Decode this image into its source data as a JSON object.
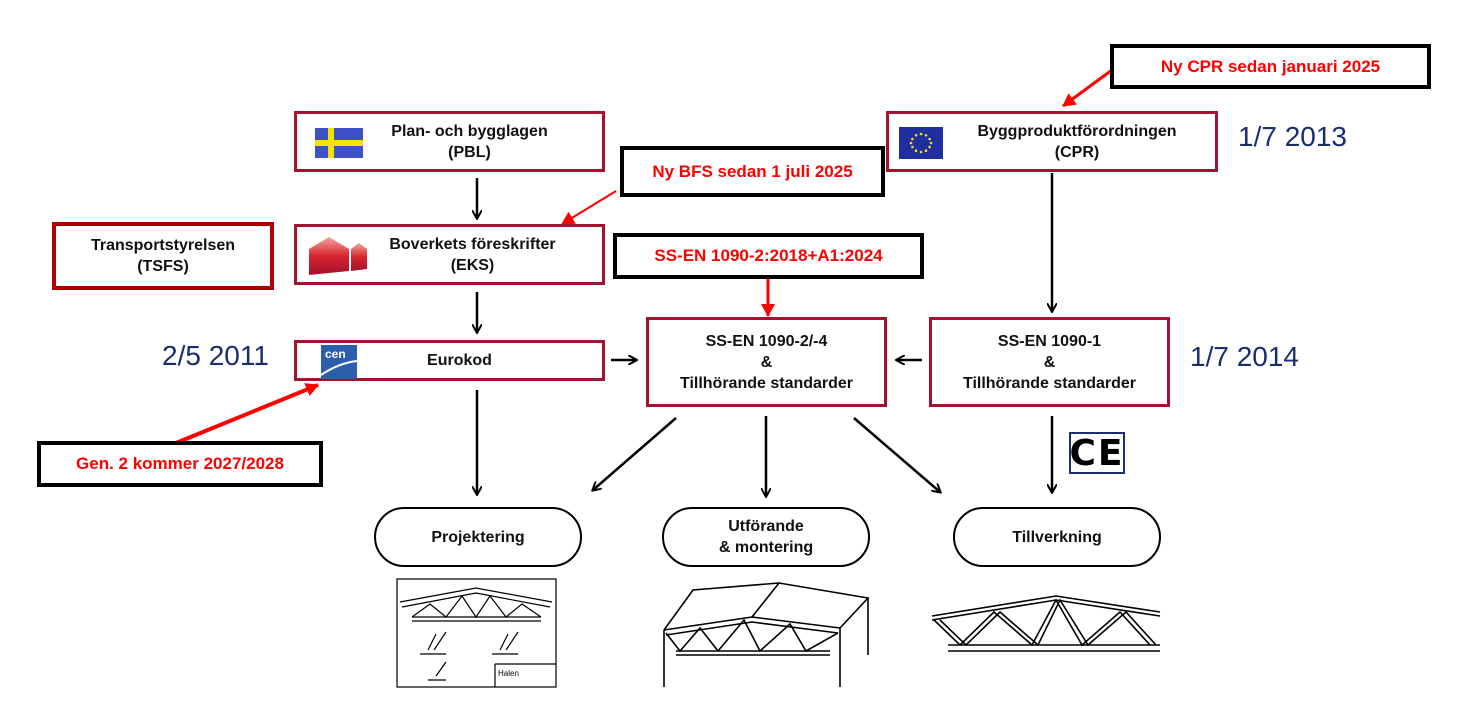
{
  "boxes": {
    "pbl": "Plan- och bygglagen\n(PBL)",
    "cpr": "Byggproduktförordningen\n(CPR)",
    "tsfs": "Transportstyrelsen\n(TSFS)",
    "eks": "Boverkets föreskrifter\n(EKS)",
    "eurokod": "Eurokod",
    "en1090_2": "SS-EN 1090-2/-4\n&\nTillhörande standarder",
    "en1090_1": "SS-EN 1090-1\n&\nTillhörande standarder"
  },
  "notes": {
    "cpr_note": "Ny CPR sedan januari 2025",
    "bfs_note": "Ny BFS sedan 1 juli 2025",
    "en_note": "SS-EN 1090-2:2018+A1:2024",
    "gen2_note": "Gen. 2 kommer 2027/2028"
  },
  "dates": {
    "cpr_date": "1/7 2013",
    "eurokod_date": "2/5 2011",
    "en1090_1_date": "1/7 2014"
  },
  "outcomes": {
    "projektering": "Projektering",
    "utforande": "Utförande\n& montering",
    "tillverkning": "Tillverkning"
  },
  "marks": {
    "ce": "CE",
    "cen": "cen",
    "drawing_title": "Halen"
  },
  "colors": {
    "box_border": "#a3122e",
    "note_text": "#ff0000",
    "date_text": "#1a2e6e"
  }
}
